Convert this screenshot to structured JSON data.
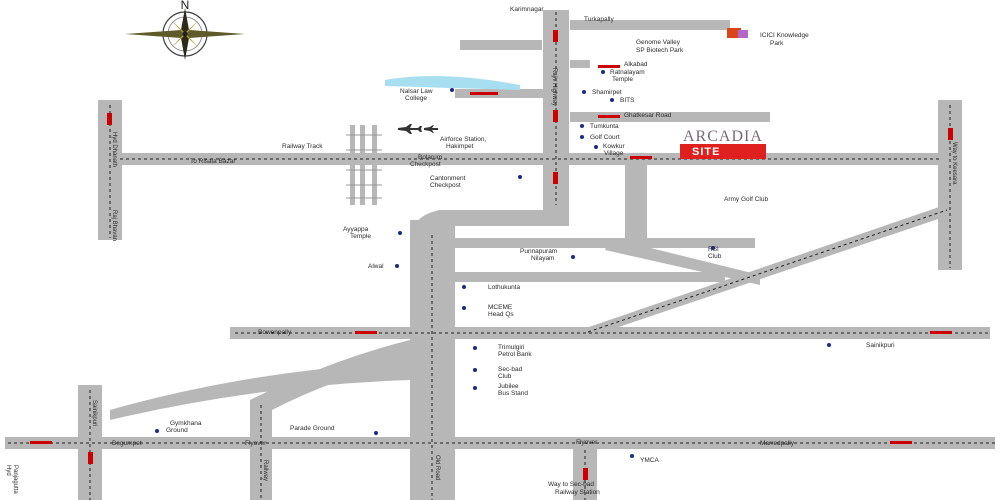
{
  "colors": {
    "road": "#b7b7b7",
    "road_dash": "#222222",
    "arrow": "#cc0000",
    "dot": "#1a2a8c",
    "site_bg": "#e0201f",
    "water": "#a8dff0",
    "brand": "#7a6a78"
  },
  "compass": {
    "north": "N",
    "icon": "compass-rose-icon"
  },
  "site": {
    "brand": "ARCADIA",
    "badge": "SITE"
  },
  "top": {
    "karimnagar": "Karimnagar",
    "turkapally": "Turkapally",
    "icici": "ICICI Knowledge",
    "icici2": "Park",
    "genome1": "Genome Valley",
    "genome2": "SP Biotech Park",
    "alkabad": "Alkabad",
    "rajiv_highway": "Rajiv Highway"
  },
  "labels": {
    "ratnalayam1": "Ratnalayam",
    "ratnalayam2": "Temple",
    "shamirpet": "Shamirpet",
    "bits": "BITS",
    "nalsar1": "Nalsar Law",
    "nalsar2": "College",
    "ghatkesar": "Ghatkesar Road",
    "tumkunta": "Tumkunta",
    "golf_court": "Golf Court",
    "kowkur1": "Kowkur",
    "kowkur2": "Village",
    "railway_track": "Railway Track",
    "airforce1": "Airforce Station,",
    "airforce2": "Hakimpet",
    "to_risala": "To Risala Bazar",
    "bolarum1": "Bolarum",
    "bolarum2": "Checkpost",
    "cantonment1": "Cantonment",
    "cantonment2": "Checkpost",
    "army_golf": "Army Golf Club",
    "ayyappa1": "Ayyappa",
    "ayyappa2": "Temple",
    "alwal": "Alwal",
    "parvatapuram1": "Punnapuram",
    "parvatapuram2": "Nilayam",
    "rsi1": "RSI",
    "rsi2": "Club",
    "lothukunta": "Lothukunta",
    "mceme1": "MCEME",
    "mceme2": "Head Qs",
    "bowenpally": "Bowenpally",
    "trimulgherry1": "Trimulgiri",
    "trimulgherry2": "Petrol Bank",
    "sainikpuri": "Sainikpuri",
    "secbad_club1": "Sec-bad",
    "secbad_club2": "Club",
    "jubilee1": "Jubilee",
    "jubilee2": "Bus Stand",
    "gymkhana1": "Gymkhana",
    "gymkhana2": "Ground",
    "parade": "Parade Ground",
    "begumpet": "Begumpet",
    "flyover1": "Flyover",
    "flyover2": "Flyover",
    "marredpally": "Marredpally",
    "ymca": "YMCA",
    "way1": "Way to Sec-bad",
    "way2": "Railway Station",
    "left_road": "Hyd Dhanath",
    "right_road": "Way to Keesara",
    "left_vertical": "Sainikpuri",
    "rd_vertical1": "Old Road",
    "rd_vertical2": "Railway",
    "rd_vertical3": "Raj Bhavan",
    "bottom_left1": "Hyd",
    "bottom_left2": "Panjagutta"
  }
}
